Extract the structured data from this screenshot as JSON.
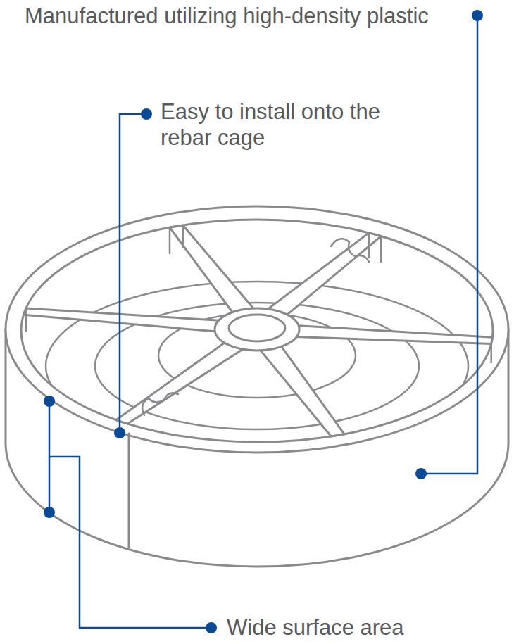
{
  "diagram": {
    "labels": [
      "Manufactured utilizing high-density plastic",
      "Easy to install onto the rebar cage",
      "Wide surface area"
    ]
  }
}
